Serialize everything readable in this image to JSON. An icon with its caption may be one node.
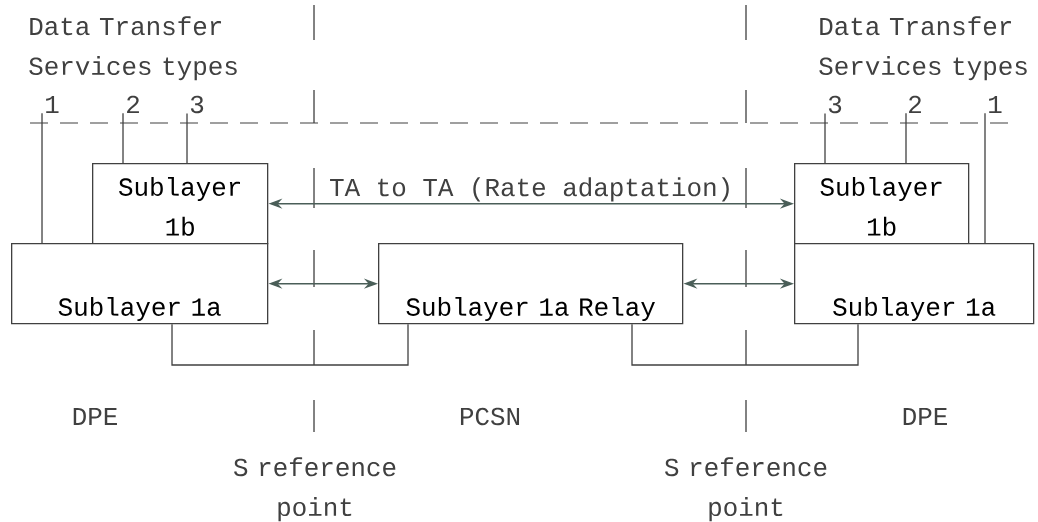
{
  "diagram": {
    "nodes": [
      {
        "text": [
          "Sublayer 1b"
        ]
      },
      {
        "text": [
          "Sublayer 1a"
        ]
      },
      {
        "text": [
          "Sublayer 1a Relay"
        ]
      },
      {
        "text": [
          "Sublayer 1b"
        ]
      },
      {
        "text": [
          "Sublayer 1a"
        ]
      },
      {
        "text": [
          "1"
        ]
      },
      {
        "text": [
          "2"
        ]
      },
      {
        "text": [
          "3"
        ]
      },
      {
        "text": [
          "3"
        ]
      },
      {
        "text": [
          "2"
        ]
      },
      {
        "text": [
          "1"
        ]
      }
    ],
    "edges": [
      {
        "from": 0,
        "to": 3,
        "arrow": "both",
        "label": "TA to TA (Rate adaptation)"
      },
      {
        "from": 1,
        "to": 2,
        "arrow": "both"
      },
      {
        "from": 2,
        "to": 4,
        "arrow": "both"
      },
      {
        "from": 1,
        "to": 2,
        "arrow": "none"
      },
      {
        "from": 2,
        "to": 4,
        "arrow": "none"
      },
      {
        "from": 5,
        "to": 1,
        "arrow": "none"
      },
      {
        "from": 6,
        "to": 0,
        "arrow": "none"
      },
      {
        "from": 7,
        "to": 0,
        "arrow": "none"
      },
      {
        "from": 8,
        "to": 3,
        "arrow": "none"
      },
      {
        "from": 9,
        "to": 3,
        "arrow": "none"
      },
      {
        "from": 10,
        "to": 4,
        "arrow": "none"
      }
    ],
    "labels": [
      "Data Transfer Services types",
      "Data Transfer Services types",
      "DPE",
      "PCSN",
      "DPE",
      "S reference point",
      "S reference point"
    ]
  }
}
